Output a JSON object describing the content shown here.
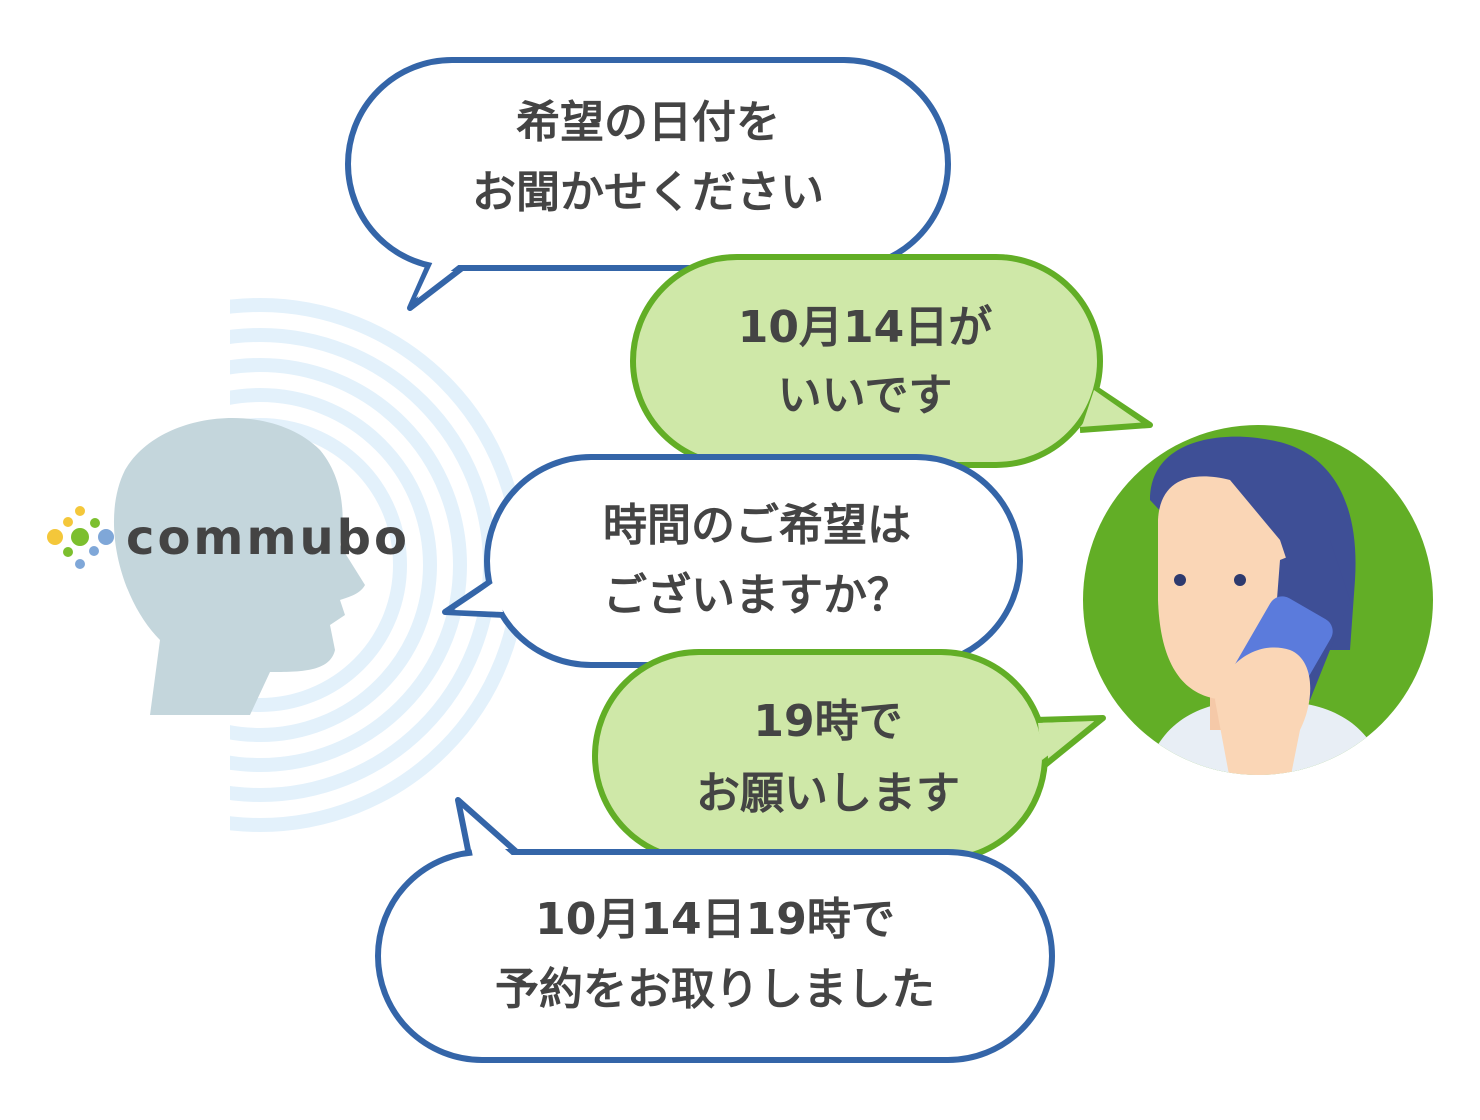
{
  "logo": {
    "text": "commubo"
  },
  "bubbles": [
    {
      "speaker": "commubo",
      "lines": [
        "希望の日付を",
        "お聞かせください"
      ]
    },
    {
      "speaker": "customer",
      "lines": [
        "10月14日が",
        "いいです"
      ]
    },
    {
      "speaker": "commubo",
      "lines": [
        "時間のご希望は",
        "ございますか？"
      ]
    },
    {
      "speaker": "customer",
      "lines": [
        "19時で",
        "お願いします"
      ]
    },
    {
      "speaker": "commubo",
      "lines": [
        "10月14日19時で",
        "予約をお取りしました"
      ]
    }
  ],
  "colors": {
    "blue": "#3465a8",
    "green": "#62ae26",
    "green_fill": "#cfe8a8",
    "head": "#c4d6dc",
    "text": "#444444"
  }
}
